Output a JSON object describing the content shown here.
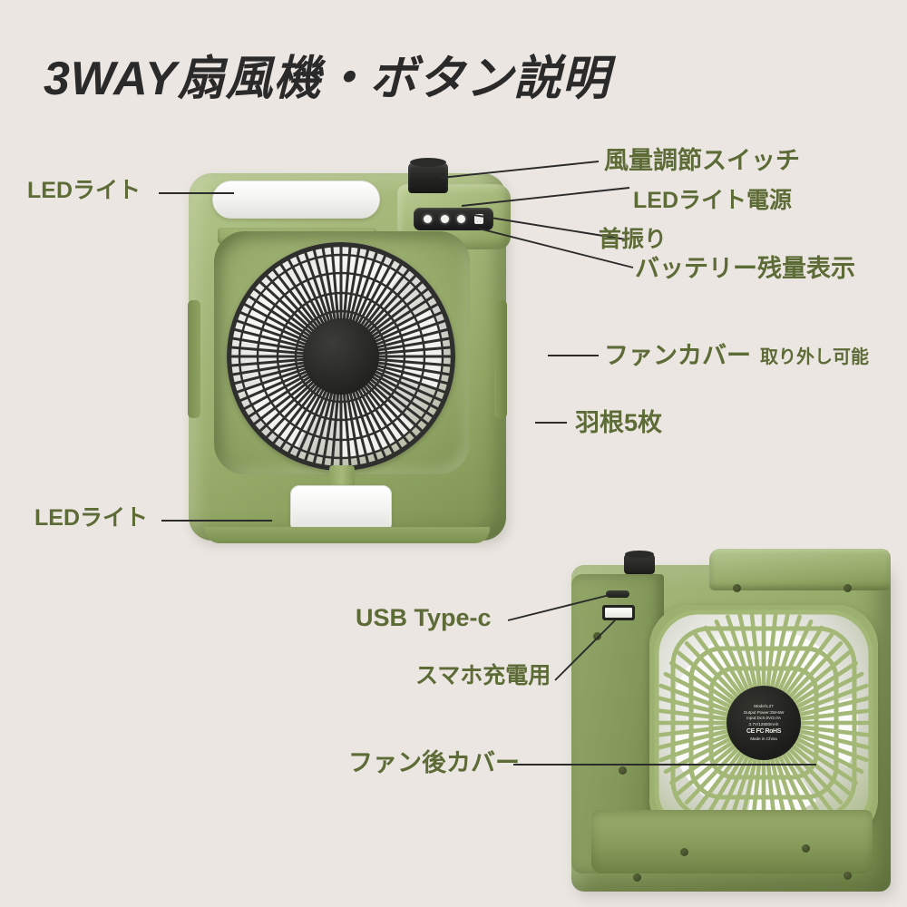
{
  "page": {
    "title": "3WAY扇風機・ボタン説明",
    "background_color": "#ebe6e1",
    "label_color": "#5d6b37",
    "title_color": "#2a2a2a",
    "body_green_light": "#b5c78d",
    "body_green_dark": "#768a4b"
  },
  "callouts": {
    "led_light_top": "LEDライト",
    "led_light_bottom": "LEDライト",
    "airflow_switch": "風量調節スイッチ",
    "led_power": "LEDライト電源",
    "oscillation": "首振り",
    "battery_indicator": "バッテリー残量表示",
    "fan_cover": "ファンカバー",
    "fan_cover_note": "取り外し可能",
    "blades": "羽根5枚",
    "usb_type_c": "USB Type-c",
    "phone_charging": "スマホ充電用",
    "rear_fan_cover": "ファン後カバー"
  },
  "spec_label": {
    "model": "Model:L27",
    "output": "Output Power:3W-6W",
    "input": "Input:DcS.0V/2.0A",
    "battery": "3.7V/12800mAh",
    "certs": "CE FC RoHS",
    "origin": "Made in China"
  }
}
